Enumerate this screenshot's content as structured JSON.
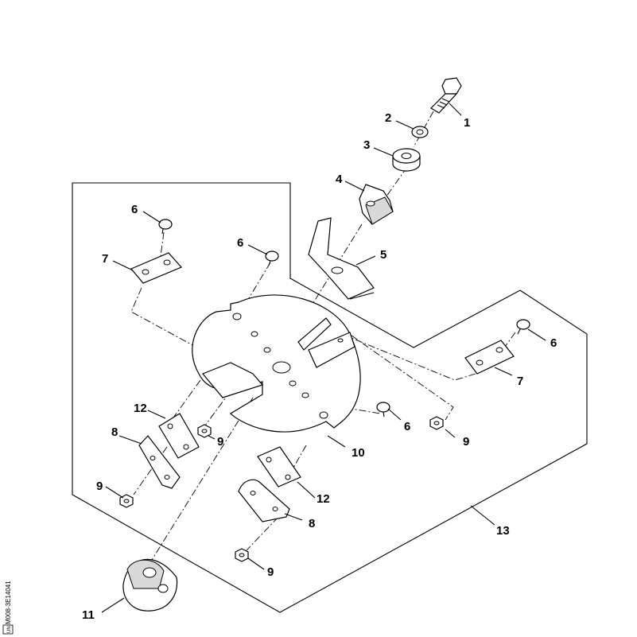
{
  "callouts": [
    {
      "id": "1",
      "text": "1"
    },
    {
      "id": "2",
      "text": "2"
    },
    {
      "id": "3",
      "text": "3"
    },
    {
      "id": "4",
      "text": "4"
    },
    {
      "id": "5",
      "text": "5"
    },
    {
      "id": "6a",
      "text": "6"
    },
    {
      "id": "6b",
      "text": "6"
    },
    {
      "id": "6c",
      "text": "6"
    },
    {
      "id": "6d",
      "text": "6"
    },
    {
      "id": "7a",
      "text": "7"
    },
    {
      "id": "7b",
      "text": "7"
    },
    {
      "id": "8a",
      "text": "8"
    },
    {
      "id": "8b",
      "text": "8"
    },
    {
      "id": "9a",
      "text": "9"
    },
    {
      "id": "9b",
      "text": "9"
    },
    {
      "id": "9c",
      "text": "9"
    },
    {
      "id": "9d",
      "text": "9"
    },
    {
      "id": "10",
      "text": "10"
    },
    {
      "id": "11",
      "text": "11"
    },
    {
      "id": "12a",
      "text": "12"
    },
    {
      "id": "12b",
      "text": "12"
    },
    {
      "id": "13",
      "text": "13"
    }
  ],
  "side_code": "M008-3E14041",
  "side_badge": "UN"
}
